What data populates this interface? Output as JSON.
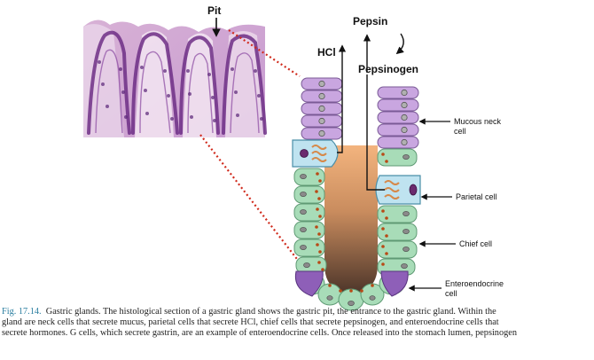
{
  "labels": {
    "pit": "Pit",
    "pepsin": "Pepsin",
    "hcl": "HCl",
    "pepsinogen": "Pepsinogen",
    "mucous_neck_1": "Mucous neck",
    "mucous_neck_2": "cell",
    "parietal": "Parietal cell",
    "chief": "Chief cell",
    "enteroendocrine_1": "Enteroendocrine",
    "enteroendocrine_2": "cell"
  },
  "caption": {
    "figure_number": "Fig. 17.14.",
    "lines": [
      "Gastric glands. The histological section of a gastric gland shows the gastric pit, the entrance to the gastric gland. Within the",
      "gland are neck cells that secrete mucus, parietal cells that secrete HCl, chief cells that secrete pepsinogen, and enteroendocrine cells that",
      "secrete hormones. G cells, which secrete gastrin, are an example of enteroendocrine cells. Once released into the stomach lumen, pepsinogen"
    ]
  },
  "colors": {
    "mucous": "#c9a6e0",
    "parietal": "#bfe3f0",
    "chief": "#a8dcb8",
    "enteroendocrine": "#8e5fb8",
    "granule": "#b84a16",
    "lumen_top": "#f2b27c",
    "lumen_bottom": "#5a3c2c",
    "pointer": "#d02a1c",
    "caption_fig": "#2a7ea0"
  }
}
